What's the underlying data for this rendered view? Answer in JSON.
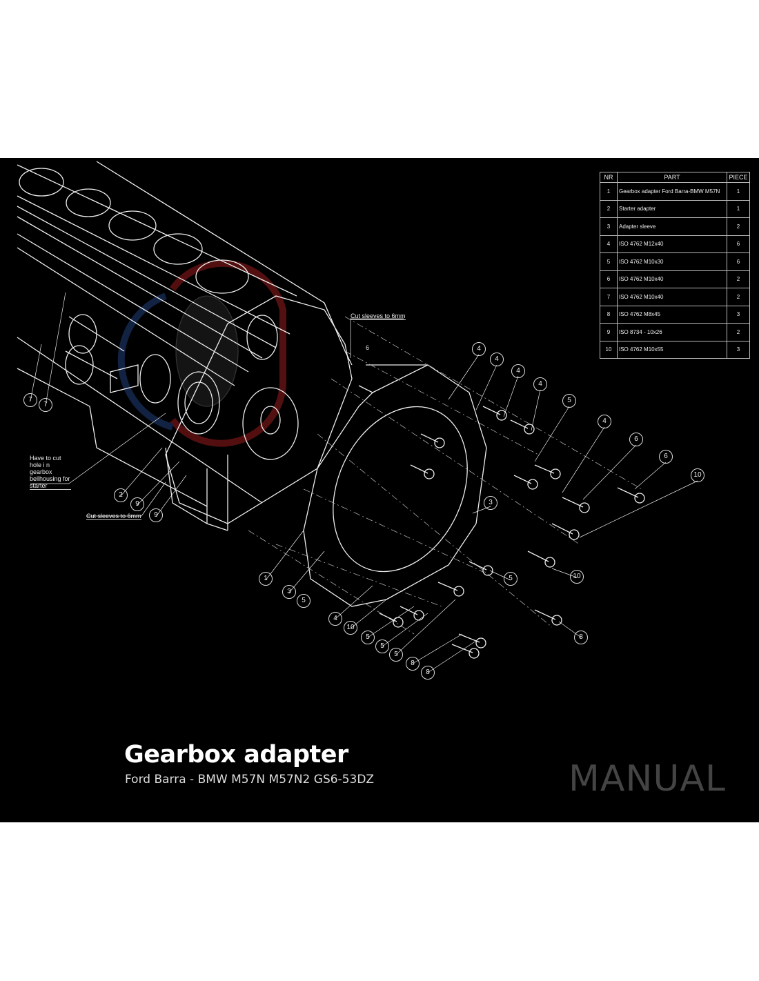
{
  "bom": {
    "headers": {
      "nr": "NR",
      "part": "PART",
      "piece": "PIECE"
    },
    "rows": [
      {
        "nr": "1",
        "part": "Gearbox adapter Ford Barra-BMW M57N",
        "piece": "1"
      },
      {
        "nr": "2",
        "part": "Starter adapter",
        "piece": "1"
      },
      {
        "nr": "3",
        "part": "Adapter sleeve",
        "piece": "2"
      },
      {
        "nr": "4",
        "part": "ISO 4762 M12x40",
        "piece": "6"
      },
      {
        "nr": "5",
        "part": "ISO 4762 M10x30",
        "piece": "6"
      },
      {
        "nr": "6",
        "part": "ISO 4762 M10x40",
        "piece": "2"
      },
      {
        "nr": "7",
        "part": "ISO 4762 M10x40",
        "piece": "2"
      },
      {
        "nr": "8",
        "part": "ISO 4762 M8x45",
        "piece": "3"
      },
      {
        "nr": "9",
        "part": "ISO 8734 - 10x26",
        "piece": "2"
      },
      {
        "nr": "10",
        "part": "ISO 4762 M10x55",
        "piece": "3"
      }
    ]
  },
  "notes": {
    "cut_sleeves_top": "Cut sleeves to 6mm",
    "cut_sleeves_bottom": "Cut sleeves to 6mm",
    "starter_hole": "Have to cut hole i n gearbox bellhousing for starter",
    "dimension": "6"
  },
  "callouts": [
    "7",
    "7",
    "4",
    "4",
    "4",
    "4",
    "5",
    "4",
    "6",
    "6",
    "10",
    "3",
    "10",
    "5",
    "8",
    "1",
    "3",
    "5",
    "4",
    "10",
    "5",
    "5",
    "5",
    "8",
    "8",
    "2",
    "9",
    "9"
  ],
  "title": "Gearbox adapter",
  "subtitle": "Ford Barra - BMW M57N M57N2 GS6-53DZ",
  "watermark": "MANUAL",
  "colors": {
    "background": "#000000",
    "line": "#ffffff",
    "watermark": "#444444",
    "logo_red": "#8b1a1a",
    "logo_blue": "#1e3a6e"
  }
}
